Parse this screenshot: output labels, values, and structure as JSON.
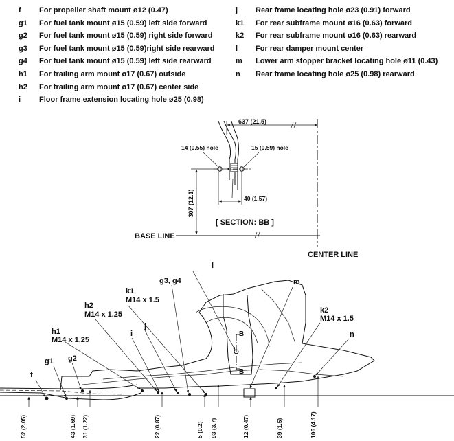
{
  "legend_left": [
    {
      "key": "f",
      "text": "For propeller shaft mount ø12 (0.47)"
    },
    {
      "key": "g1",
      "text": "For fuel tank mount ø15 (0.59) left side forward"
    },
    {
      "key": "g2",
      "text": "For fuel tank mount ø15 (0.59) right side forward"
    },
    {
      "key": "g3",
      "text": "For fuel tank mount ø15 (0.59)right side rearward"
    },
    {
      "key": "g4",
      "text": "For fuel tank mount ø15 (0.59) left side rearward"
    },
    {
      "key": "h1",
      "text": "For trailing arm mount ø17 (0.67) outside"
    },
    {
      "key": "h2",
      "text": "For trailing arm mount ø17 (0.67) center side"
    },
    {
      "key": "i",
      "text": "Floor frame extension locating hole ø25 (0.98)"
    }
  ],
  "legend_right": [
    {
      "key": "j",
      "text": "Rear frame locating hole ø23 (0.91) forward"
    },
    {
      "key": "k1",
      "text": "For rear subframe mount ø16 (0.63) forward"
    },
    {
      "key": "k2",
      "text": "For rear subframe mount ø16 (0.63) rearward"
    },
    {
      "key": "l",
      "text": "For rear damper mount center"
    },
    {
      "key": "m",
      "text": "Lower arm stopper bracket locating hole ø11 (0.43)"
    },
    {
      "key": "n",
      "text": "Rear frame locating hole ø25 (0.98) rearward"
    }
  ],
  "section": {
    "title": "[ SECTION: BB ]",
    "dim_top": "637 (21.5)",
    "hole_left": "14 (0.55) hole",
    "hole_right": "15 (0.59) hole",
    "dim_width": "40 (1.57)",
    "dim_height": "307 (12.1)"
  },
  "lines": {
    "base": "BASE LINE",
    "center": "CENTER LINE"
  },
  "callouts": {
    "l": "l",
    "m": "m",
    "g3g4": "g3, g4",
    "k1": "k1",
    "k1_thread": "M14 x 1.5",
    "h2": "h2",
    "h2_thread": "M14 x 1.25",
    "j": "j",
    "i": "i",
    "h1": "h1",
    "h1_thread": "M14 x 1.25",
    "g1": "g1",
    "g2": "g2",
    "f": "f",
    "k2": "k2",
    "k2_thread": "M14 x 1.5",
    "n": "n",
    "b_top": "B",
    "b_bottom": "B"
  },
  "heights": [
    "52 (2.05)",
    "43 (1.69)",
    "31 (1.22)",
    "22 (0.87)",
    "5 (0.2)",
    "93 (3.7)",
    "12 (0.47)",
    "39 (1.5)",
    "106 (4.17)"
  ]
}
